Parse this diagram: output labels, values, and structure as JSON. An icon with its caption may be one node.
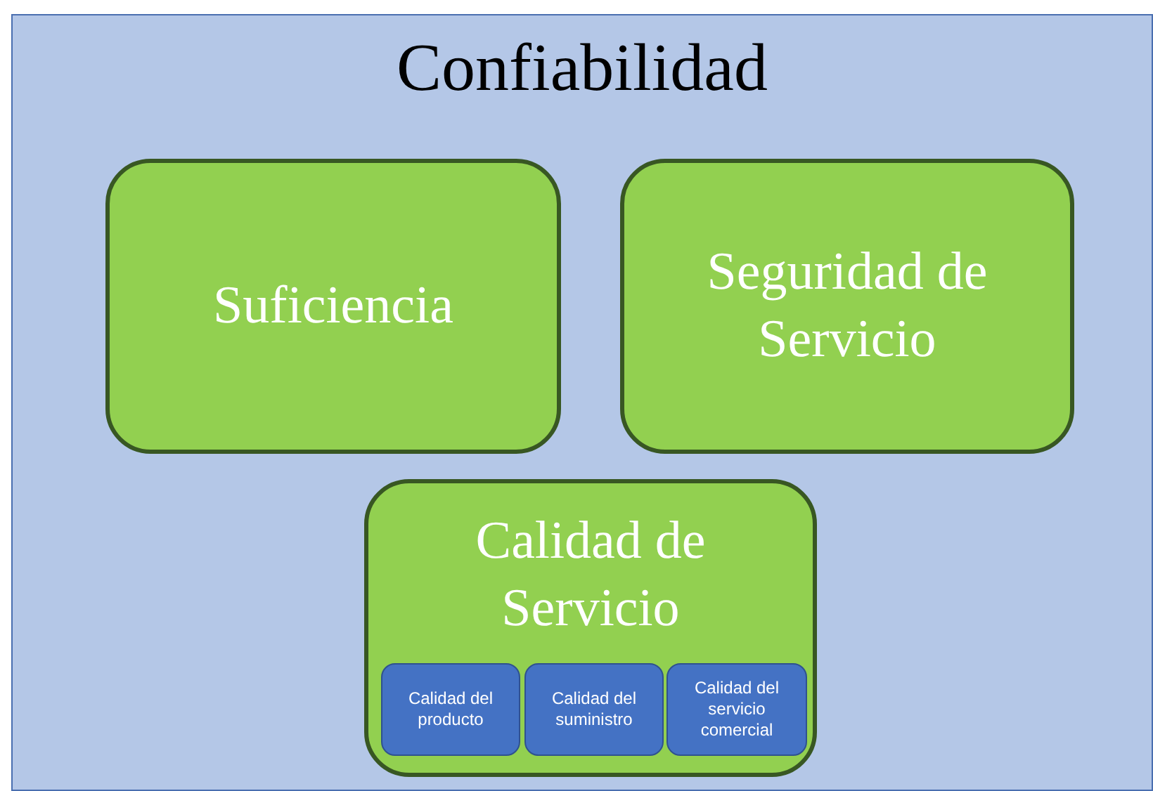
{
  "diagram": {
    "nodes": [
      {
        "text": [
          "Confiabilidad"
        ]
      },
      {
        "text": [
          "Suficiencia"
        ],
        "in": 0
      },
      {
        "text": [
          "Seguridad de Servicio"
        ],
        "in": 0
      },
      {
        "text": [
          "Calidad de Servicio"
        ],
        "in": 0
      },
      {
        "text": [
          "Calidad del producto"
        ],
        "in": 3
      },
      {
        "text": [
          "Calidad del suministro"
        ],
        "in": 3
      },
      {
        "text": [
          "Calidad del servicio comercial"
        ],
        "in": 3
      }
    ]
  }
}
